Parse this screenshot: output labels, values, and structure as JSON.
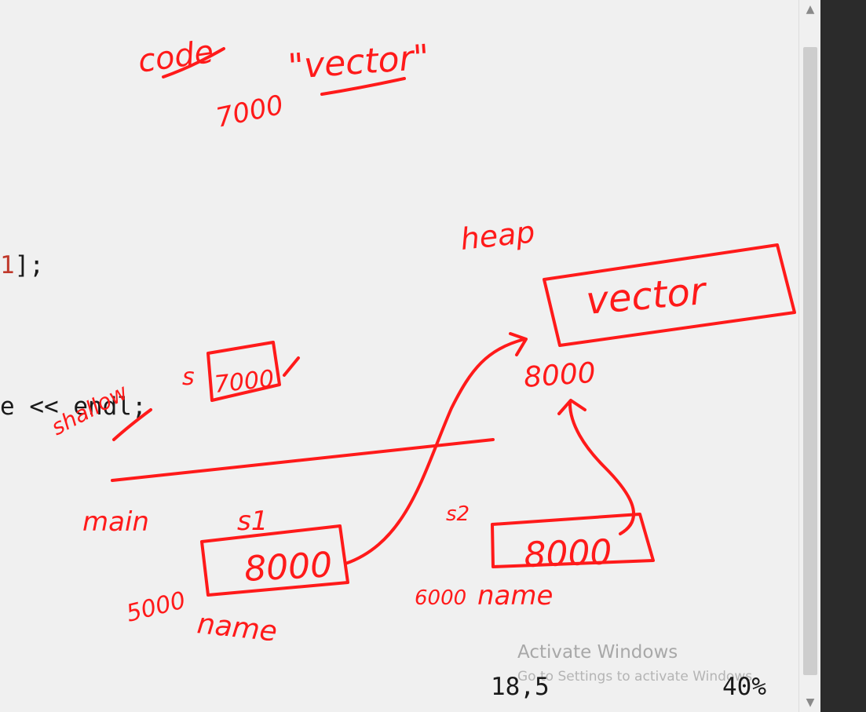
{
  "editor": {
    "code_lines": [
      {
        "prefix": "",
        "number": "1",
        "suffix": "];"
      },
      {
        "prefix": "e << endl;",
        "number": "",
        "suffix": ""
      }
    ]
  },
  "status_bar": {
    "cursor_position": "18,5",
    "zoom": "40%"
  },
  "watermark": {
    "title": "Activate Windows",
    "subtitle": "Go to Settings to activate Windows."
  },
  "annotations": {
    "code_label": "code",
    "code_string": "\"vector\"",
    "code_address": "7000",
    "heap_label": "heap",
    "heap_value": "vector",
    "heap_address": "8000",
    "shallow_label": "shallow",
    "s_label": "s",
    "s_value": "7000",
    "main_label": "main",
    "s1_label": "s1",
    "s1_value": "8000",
    "s1_address": "5000",
    "s1_field": "name",
    "s2_label": "s2",
    "s2_value": "8000",
    "s2_address": "6000",
    "s2_field": "name",
    "ink_color": "#ff1a1a"
  },
  "colors": {
    "editor_background": "#f0f0f0",
    "dark_strip": "#2b2b2b",
    "number_literal": "#c0392b"
  }
}
